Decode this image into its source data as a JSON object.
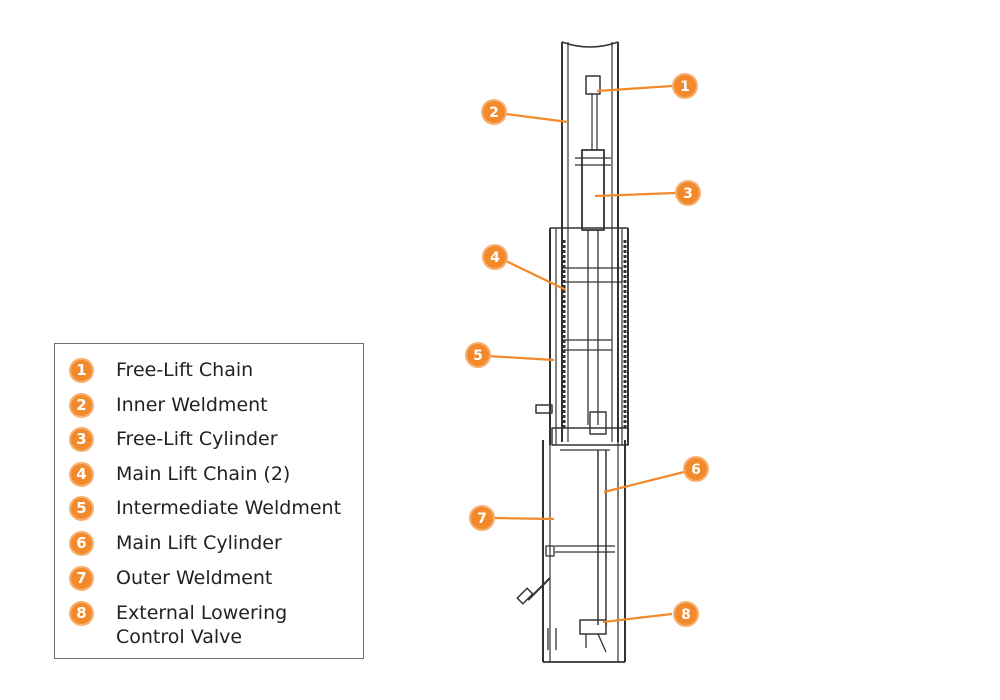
{
  "legend": {
    "items": [
      {
        "num": "1",
        "label": "Free-Lift Chain"
      },
      {
        "num": "2",
        "label": "Inner Weldment"
      },
      {
        "num": "3",
        "label": "Free-Lift Cylinder"
      },
      {
        "num": "4",
        "label": "Main Lift Chain (2)"
      },
      {
        "num": "5",
        "label": "Intermediate Weldment"
      },
      {
        "num": "6",
        "label": "Main Lift Cylinder"
      },
      {
        "num": "7",
        "label": "Outer Weldment"
      },
      {
        "num": "8",
        "label": "External Lowering\nControl Valve"
      }
    ]
  },
  "callouts": [
    "1",
    "2",
    "3",
    "4",
    "5",
    "6",
    "7",
    "8"
  ],
  "colors": {
    "callout_fill": "#f28a2b",
    "callout_ring": "#f6b072",
    "leader": "#f28a2b",
    "drawing": "#333333"
  }
}
